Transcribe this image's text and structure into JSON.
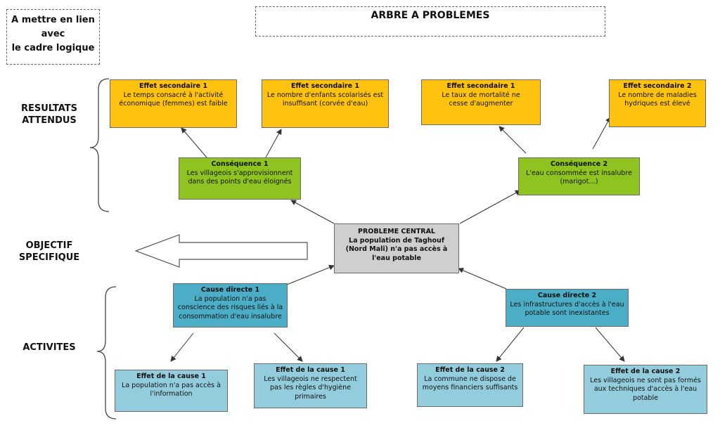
{
  "header": {
    "note": [
      "A mettre en lien",
      "avec",
      "le cadre logique"
    ],
    "title": "ARBRE A PROBLEMES"
  },
  "side_labels": {
    "resultats": [
      "RESULTATS",
      "ATTENDUS"
    ],
    "objectif": [
      "OBJECTIF",
      "SPECIFIQUE"
    ],
    "activites": "ACTIVITES"
  },
  "effects": [
    {
      "title": "Effet secondaire 1",
      "text": "Le temps consacré à l'activité économique (femmes) est faible"
    },
    {
      "title": "Effet secondaire 1",
      "text": "Le nombre d'enfants scolarisés est insuffisant (corvée d'eau)"
    },
    {
      "title": "Effet secondaire 1",
      "text": "Le taux de mortalité ne cesse d'augmenter"
    },
    {
      "title": "Effet secondaire 2",
      "text": "Le nombre de maladies hydriques est élevé"
    }
  ],
  "consequences": [
    {
      "title": "Conséquence  1",
      "text": "Les villageois s'approvisionnent dans des points d'eau éloignés"
    },
    {
      "title": "Conséquence 2",
      "text": "L'eau consommée est insalubre (marigot…)"
    }
  ],
  "central": {
    "title": "PROBLEME CENTRAL",
    "text": "La population de Taghouf (Nord Mali) n'a pas accès à l'eau potable"
  },
  "causes": [
    {
      "title": "Cause directe  1",
      "text": "La population n'a pas conscience des risques liés à la consommation d'eau insalubre"
    },
    {
      "title": "Cause directe  2",
      "text": "Les infrastructures d'accès à l'eau potable sont inexistantes"
    }
  ],
  "cause_effects": [
    {
      "title": "Effet de la cause  1",
      "text": "La population n'a pas accès à l'information"
    },
    {
      "title": "Effet de la cause 1",
      "text": "Les villageois ne respectent pas les règles d'hygiène primaires"
    },
    {
      "title": "Effet de la cause 2",
      "text": "La commune ne dispose de moyens financiers suffisants"
    },
    {
      "title": "Effet de la cause 2",
      "text": "Les villageois ne sont pas formés aux techniques d'accès à l'eau potable"
    }
  ]
}
